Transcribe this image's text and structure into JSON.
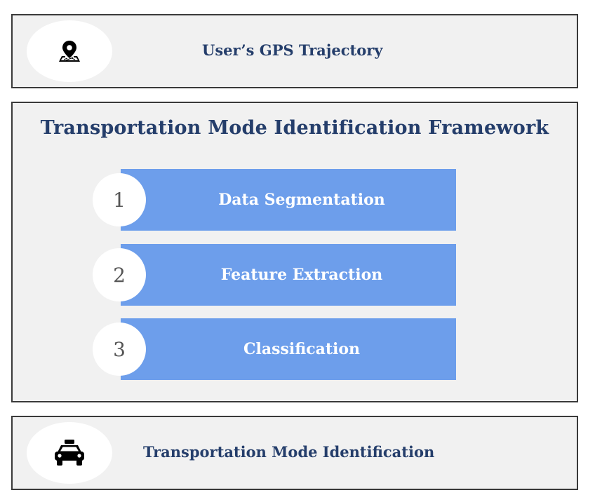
{
  "input": {
    "label": "User’s GPS Trajectory",
    "icon": "map-pin-icon"
  },
  "framework": {
    "title": "Transportation Mode Identification Framework",
    "steps": [
      {
        "number": "1",
        "label": "Data Segmentation"
      },
      {
        "number": "2",
        "label": "Feature Extraction"
      },
      {
        "number": "3",
        "label": "Classification"
      }
    ]
  },
  "output": {
    "label": "Transportation Mode Identification",
    "icon": "taxi-icon"
  },
  "colors": {
    "title": "#253e6b",
    "step_fill": "#6d9eeb",
    "panel": "#f1f1f1",
    "border": "#3a3a3a"
  }
}
